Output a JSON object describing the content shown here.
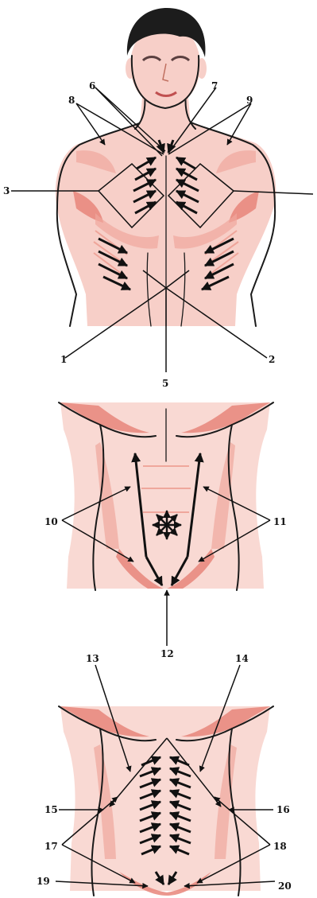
{
  "panel_top": {
    "labels": {
      "l1": "1",
      "l2": "2",
      "l3": "3",
      "l5": "5",
      "l6": "6",
      "l7": "7",
      "l8": "8",
      "l9": "9"
    }
  },
  "panel_middle": {
    "labels": {
      "l10": "10",
      "l11": "11",
      "l12": "12"
    }
  },
  "panel_bottom": {
    "labels": {
      "l13": "13",
      "l14": "14",
      "l15": "15",
      "l16": "16",
      "l17": "17",
      "l18": "18",
      "l19": "19",
      "l20": "20"
    }
  },
  "colors": {
    "skin": "#f7cfc8",
    "shadow": "#e8857a",
    "hair": "#1c1c1c",
    "line": "#1a1a1a"
  }
}
